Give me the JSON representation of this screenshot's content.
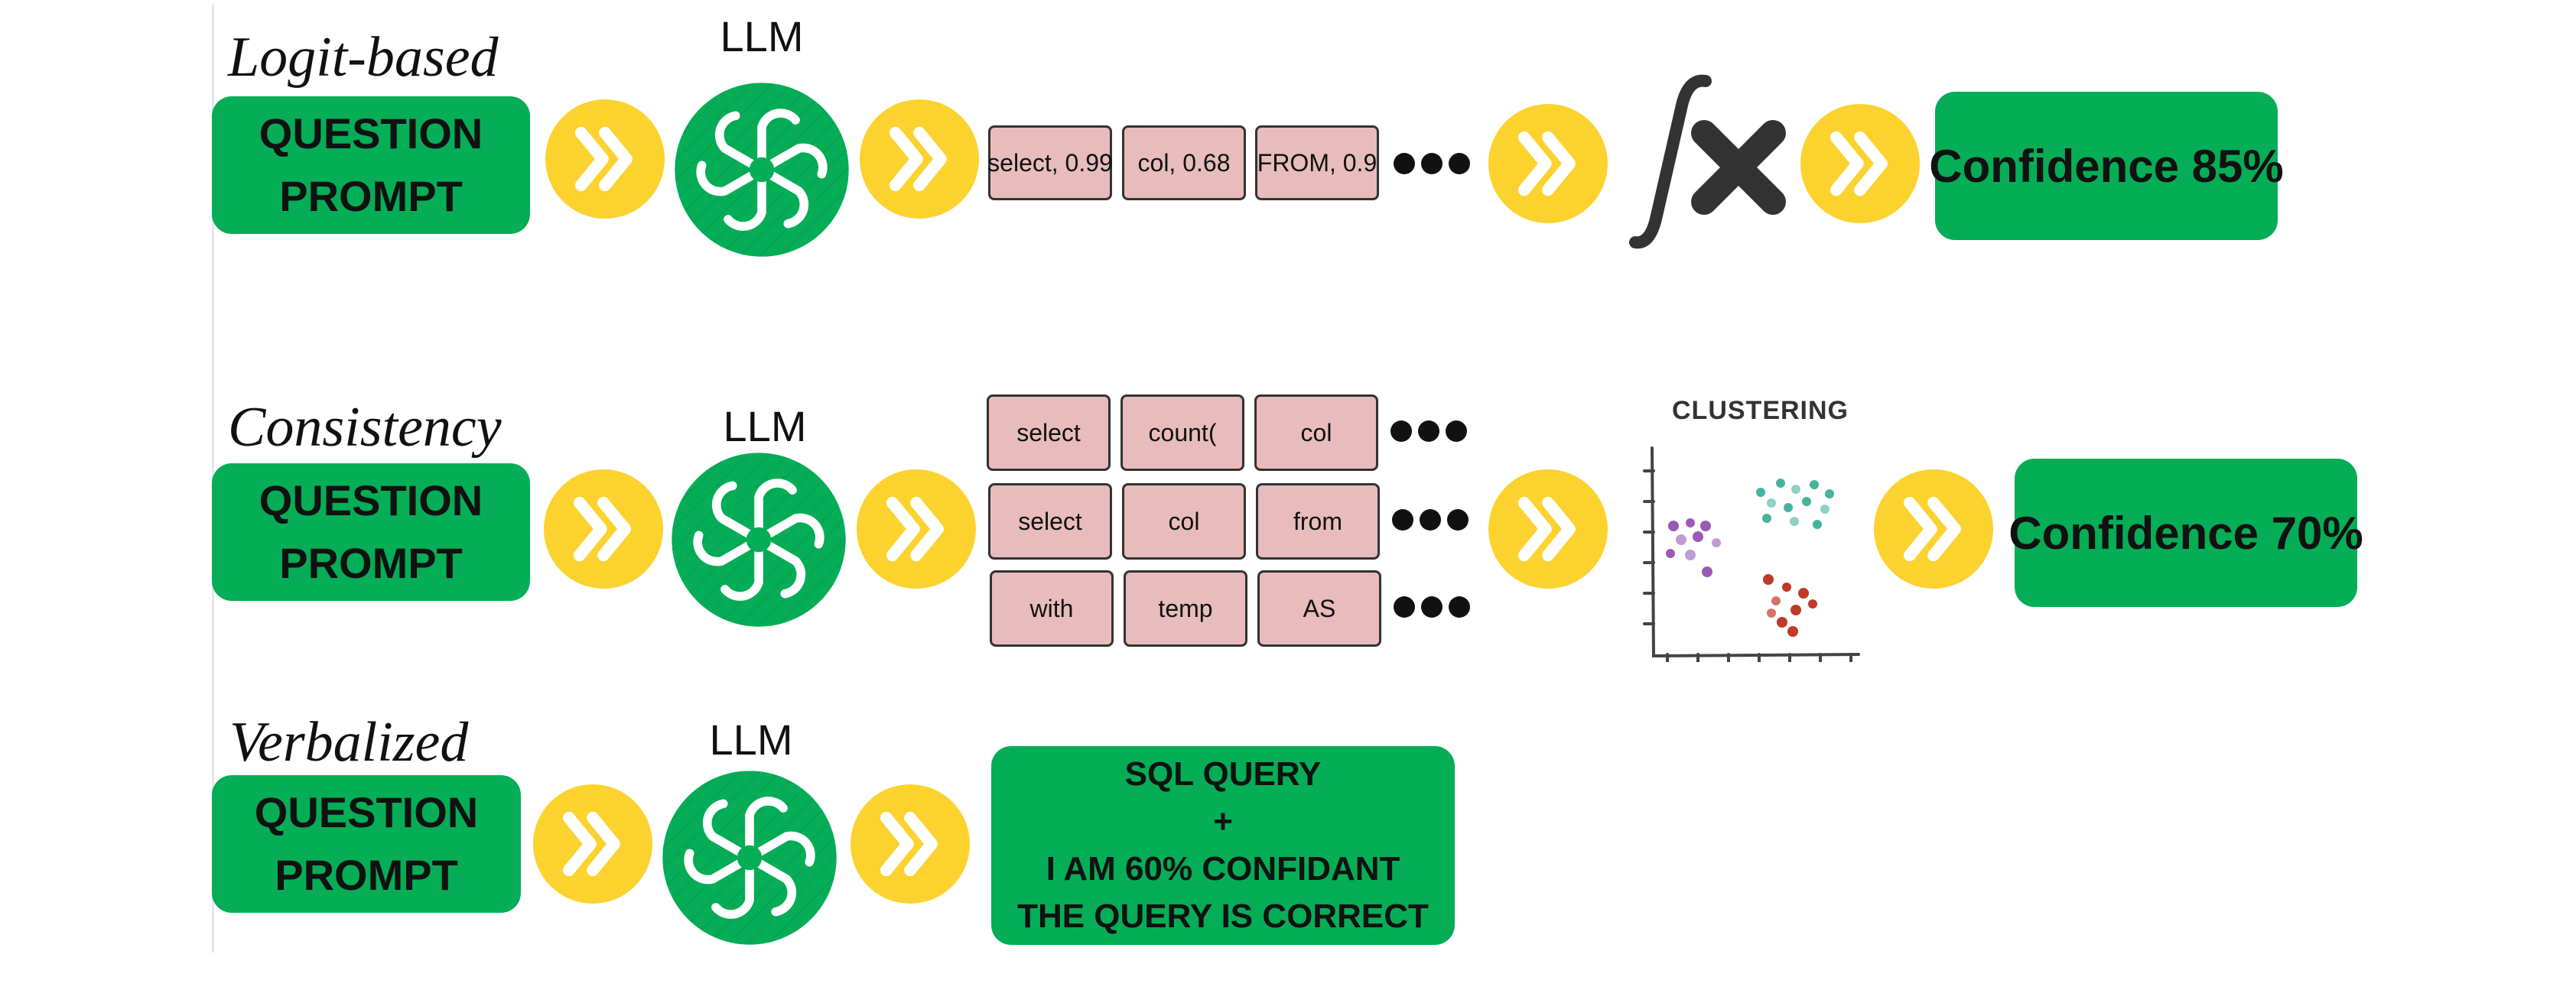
{
  "rows": {
    "logit": {
      "title": "Logit-based",
      "llm_label": "LLM",
      "prompt": [
        "QUESTION",
        "PROMPT"
      ],
      "tokens": [
        "select, 0.99",
        "col, 0.68",
        "FROM, 0.9"
      ],
      "confidence": "Confidence 85%"
    },
    "consistency": {
      "title": "Consistency",
      "llm_label": "LLM",
      "prompt": [
        "QUESTION",
        "PROMPT"
      ],
      "token_rows": [
        [
          "select",
          "count(",
          "col"
        ],
        [
          "select",
          "col",
          "from"
        ],
        [
          "with",
          "temp",
          "AS"
        ]
      ],
      "cluster_title": "CLUSTERING",
      "confidence": "Confidence 70%"
    },
    "verbalized": {
      "title": "Verbalized",
      "llm_label": "LLM",
      "prompt": [
        "QUESTION",
        "PROMPT"
      ],
      "output_lines": [
        "SQL QUERY",
        "+",
        "I AM 60% CONFIDANT",
        "THE QUERY IS CORRECT"
      ]
    }
  },
  "colors": {
    "green": "#05ad57",
    "yellow": "#fcd22f",
    "token_fill": "#e8bcbc",
    "cluster_purple": "#9b59b6",
    "cluster_teal": "#45b39d",
    "cluster_red": "#c0392b"
  },
  "icons": {
    "arrow": "double-chevron-right-icon",
    "llm": "openai-knot-logo-icon",
    "function": "integral-x-function-icon",
    "ellipsis": "ellipsis-icon",
    "scatter": "scatter-plot-icon"
  }
}
